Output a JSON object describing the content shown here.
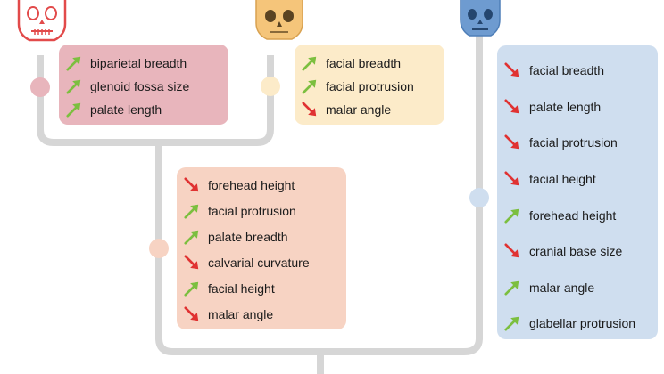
{
  "colors": {
    "up": "#7cbf3f",
    "down": "#e03232",
    "branch": "#d6d6d6"
  },
  "groups": {
    "red": {
      "skull_icon": "skull-icon",
      "traits": [
        {
          "label": "biparietal breadth",
          "direction": "up"
        },
        {
          "label": "glenoid fossa size",
          "direction": "up"
        },
        {
          "label": "palate length",
          "direction": "up"
        }
      ]
    },
    "yellow": {
      "skull_icon": "skull-icon",
      "traits": [
        {
          "label": "facial breadth",
          "direction": "up"
        },
        {
          "label": "facial protrusion",
          "direction": "up"
        },
        {
          "label": "malar angle",
          "direction": "down"
        }
      ]
    },
    "salmon": {
      "traits": [
        {
          "label": "forehead height",
          "direction": "down"
        },
        {
          "label": "facial protrusion",
          "direction": "up"
        },
        {
          "label": "palate breadth",
          "direction": "up"
        },
        {
          "label": "calvarial curvature",
          "direction": "down"
        },
        {
          "label": "facial height",
          "direction": "up"
        },
        {
          "label": "malar angle",
          "direction": "down"
        }
      ]
    },
    "blue": {
      "skull_icon": "skull-icon",
      "traits": [
        {
          "label": "facial breadth",
          "direction": "down"
        },
        {
          "label": "palate length",
          "direction": "down"
        },
        {
          "label": "facial protrusion",
          "direction": "down"
        },
        {
          "label": "facial height",
          "direction": "down"
        },
        {
          "label": "forehead height",
          "direction": "up"
        },
        {
          "label": "cranial base size",
          "direction": "down"
        },
        {
          "label": "malar angle",
          "direction": "up"
        },
        {
          "label": "glabellar protrusion",
          "direction": "up"
        }
      ]
    }
  }
}
